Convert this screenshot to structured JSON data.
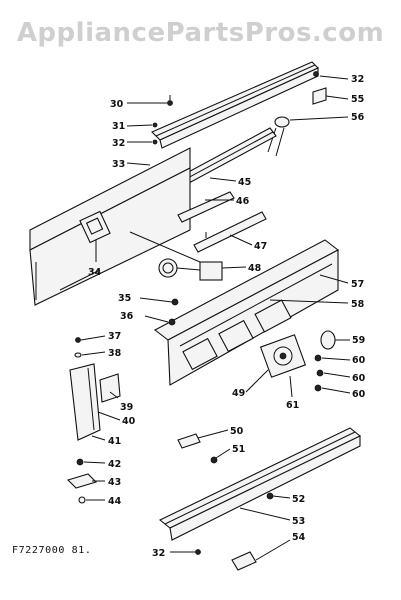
{
  "watermark": "AppliancePartsPros.com",
  "figure_code": "F7227000 81.",
  "callouts": [
    {
      "id": "c30",
      "text": "30"
    },
    {
      "id": "c31",
      "text": "31"
    },
    {
      "id": "c32a",
      "text": "32"
    },
    {
      "id": "c33",
      "text": "33"
    },
    {
      "id": "c32b",
      "text": "32"
    },
    {
      "id": "c55",
      "text": "55"
    },
    {
      "id": "c56",
      "text": "56"
    },
    {
      "id": "c45",
      "text": "45"
    },
    {
      "id": "c46",
      "text": "46"
    },
    {
      "id": "c47",
      "text": "47"
    },
    {
      "id": "c34",
      "text": "34"
    },
    {
      "id": "c48",
      "text": "48"
    },
    {
      "id": "c57",
      "text": "57"
    },
    {
      "id": "c35",
      "text": "35"
    },
    {
      "id": "c58",
      "text": "58"
    },
    {
      "id": "c36",
      "text": "36"
    },
    {
      "id": "c37",
      "text": "37"
    },
    {
      "id": "c59",
      "text": "59"
    },
    {
      "id": "c38",
      "text": "38"
    },
    {
      "id": "c60a",
      "text": "60"
    },
    {
      "id": "c60b",
      "text": "60"
    },
    {
      "id": "c49",
      "text": "49"
    },
    {
      "id": "c60c",
      "text": "60"
    },
    {
      "id": "c39",
      "text": "39"
    },
    {
      "id": "c61",
      "text": "61"
    },
    {
      "id": "c40",
      "text": "40"
    },
    {
      "id": "c41",
      "text": "41"
    },
    {
      "id": "c50",
      "text": "50"
    },
    {
      "id": "c51",
      "text": "51"
    },
    {
      "id": "c42",
      "text": "42"
    },
    {
      "id": "c43",
      "text": "43"
    },
    {
      "id": "c52",
      "text": "52"
    },
    {
      "id": "c44",
      "text": "44"
    },
    {
      "id": "c53",
      "text": "53"
    },
    {
      "id": "c32c",
      "text": "32"
    },
    {
      "id": "c54",
      "text": "54"
    }
  ]
}
